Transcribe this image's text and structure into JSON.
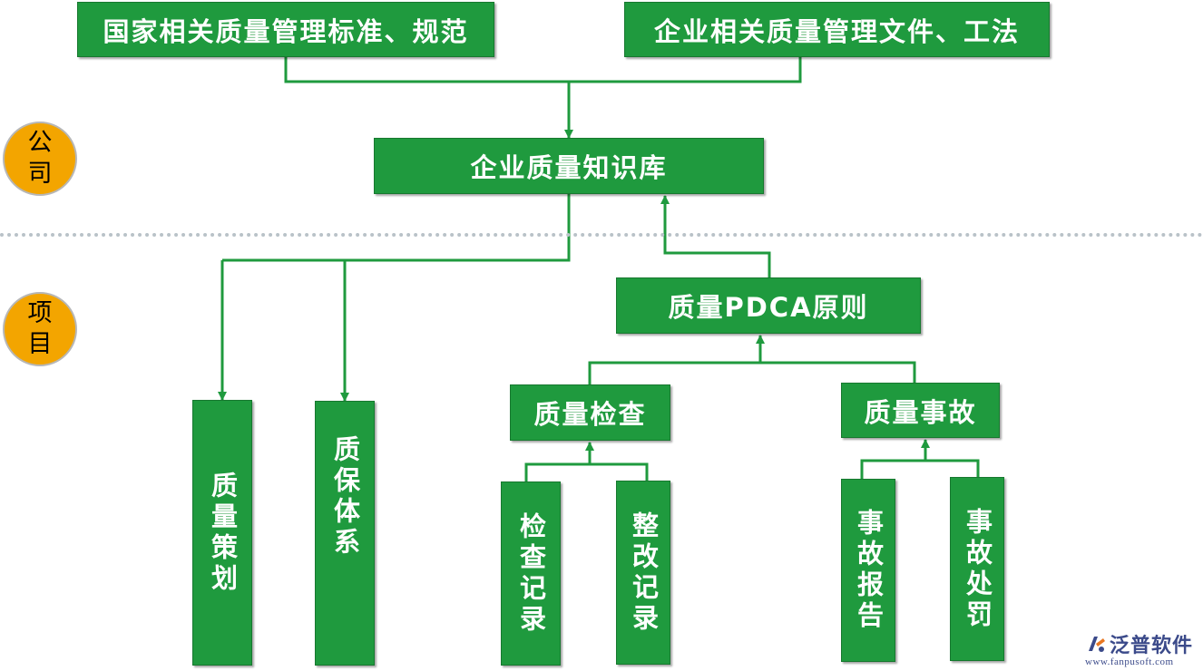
{
  "colors": {
    "box_fill": "#1f9a3e",
    "line": "#1f9a3e",
    "circle_fill": "#f3a500"
  },
  "sections": {
    "company": "公\n司",
    "project": "项\n目"
  },
  "nodes": {
    "national_standards": "国家相关质量管理标准、规范",
    "enterprise_files": "企业相关质量管理文件、工法",
    "knowledge_base": "企业质量知识库",
    "pdca": "质量PDCA原则",
    "quality_planning": "质量策划",
    "quality_system": "质保体系",
    "quality_inspection": "质量检查",
    "quality_accident": "质量事故",
    "inspection_record": "检查记录",
    "rectification_record": "整改记录",
    "accident_report": "事故报告",
    "accident_handling": "事故处罚"
  },
  "logo": {
    "name": "泛普软件",
    "url": "www.fanpusoft.com",
    "icon": "fanpu-logo-icon"
  }
}
